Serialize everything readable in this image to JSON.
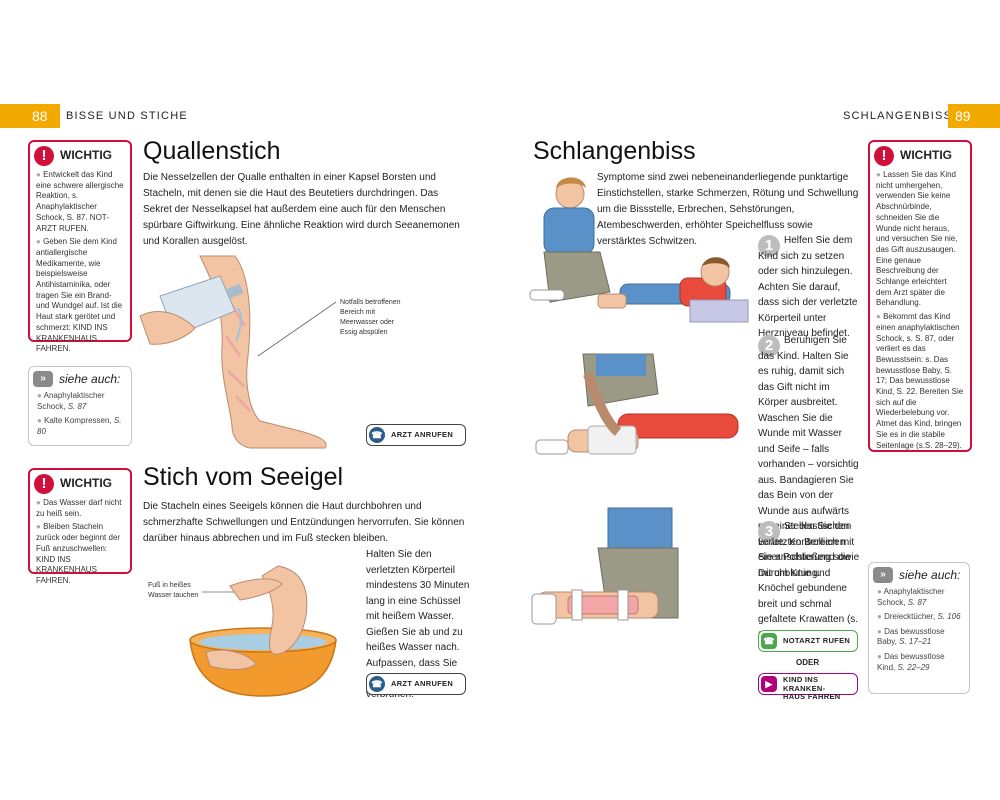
{
  "header": {
    "left_page_number": "88",
    "left_running_head": "BISSE UND STICHE",
    "right_running_head": "SCHLANGENBISS",
    "right_page_number": "89"
  },
  "colors": {
    "tab": "#f2a900",
    "warning_red": "#d0103a",
    "call_blue": "#2b5c8a",
    "ambulance_green": "#4ca64c",
    "hospital_magenta": "#b0007a"
  },
  "warning1": {
    "title": "WICHTIG",
    "items": [
      "Entwickelt das Kind eine schwere allergische Reaktion, s. Anaphylaktischer Schock, S. 87. NOT-ARZT RUFEN.",
      "Geben Sie dem Kind antiallergische Medikamente, wie beispielsweise Antihistaminika, oder tragen Sie ein Brand- und Wundgel auf. Ist die Haut stark gerötet und schmerzt: KIND INS KRANKENHAUS FAHREN."
    ]
  },
  "see_also1": {
    "title": "siehe auch:",
    "items": [
      {
        "text": "Anaphylaktischer Schock,",
        "page": "S. 87"
      },
      {
        "text": "Kalte Kompressen,",
        "page": "S. 80"
      }
    ]
  },
  "warning2": {
    "title": "WICHTIG",
    "items": [
      "Das Wasser darf nicht zu heiß sein.",
      "Bleiben Stacheln zurück oder beginnt der Fuß anzuschwellen: KIND INS KRANKENHAUS FAHREN."
    ]
  },
  "jellyfish": {
    "title": "Quallenstich",
    "lead": "Die Nesselzellen der Qualle enthalten in einer Kapsel Borsten und Stacheln, mit denen sie die Haut des Beutetiers durchdringen. Das Sekret der Nesselkapsel hat außerdem eine auch für den Menschen spürbare Giftwirkung. Eine ähnliche Reaktion wird durch Seeanemonen und Korallen ausgelöst.",
    "callout": "Notfalls betroffenen Bereich mit Meerwasser oder Essig abspülen",
    "action": "ARZT ANRUFEN"
  },
  "urchin": {
    "title": "Stich vom Seeigel",
    "lead": "Die Stacheln eines Seeigels können die Haut durchbohren und schmerzhafte Schwellungen und Entzündungen hervorrufen. Sie können darüber hinaus abbrechen und im Fuß stecken bleiben.",
    "callout": "Fuß in heißes Wasser tauchen",
    "step": "Halten Sie den verletzten Körperteil mindestens 30 Minuten lang in eine Schüssel mit heißem Wasser. Gießen Sie ab und zu heißes Wasser nach. Aufpassen, dass Sie das Kind nicht verbrühen!",
    "action": "ARZT ANRUFEN"
  },
  "snake": {
    "title": "Schlangenbiss",
    "lead": "Symptome sind zwei nebeneinanderliegende punktartige Einstichstellen, starke Schmerzen, Rötung und Schwellung um die Bissstelle, Erbrechen, Sehstörungen, Atembeschwerden, erhöhter Speichelfluss sowie verstärktes Schwitzen.",
    "steps": [
      {
        "num": "1",
        "text": "Helfen Sie dem Kind sich zu setzen oder sich hinzulegen. Achten Sie darauf, dass sich der verletzte Körperteil unter Herzniveau befindet."
      },
      {
        "num": "2",
        "text": "Beruhigen Sie das Kind. Halten Sie es ruhig, damit sich das Gift nicht im Körper ausbreitet. Waschen Sie die Wunde mit Wasser und Seife – falls vorhanden – vorsichtig aus. Bandagieren Sie das Bein von der Wunde aus aufwärts mit einer elastischen Binde. Kontrollieren Sie anschließend die Durchblutung."
      },
      {
        "num": "3",
        "text": "Stellen Sie den verletzten Bereich mit einer Polsterung sowie mit um Knie und Knöchel gebundene breit und schmal gefaltete Krawatten (s. S. 73) ruhig."
      }
    ],
    "action_ambulance": "NOTARZT RUFEN",
    "or_label": "ODER",
    "action_hospital_line1": "KIND INS KRANKEN-",
    "action_hospital_line2": "HAUS FAHREN"
  },
  "warning3": {
    "title": "WICHTIG",
    "items": [
      "Lassen Sie das Kind nicht umhergehen, verwenden Sie keine Abschnürbinde, schneiden Sie die Wunde nicht heraus, und versuchen Sie nie, das Gift auszusaugen. Eine genaue Beschreibung der Schlange erleichtert dem Arzt später die Behandlung.",
      "Bekommt das Kind einen anaphylaktischen Schock, s. S. 87, oder verliert es das Bewusstsein: s. Das bewusstlose Baby, S. 17; Das bewusstlose Kind, S. 22. Bereiten Sie sich auf die Wiederbelebung vor. Atmet das Kind, bringen Sie es in die stabile Seitenlage (s.S. 28–29)."
    ]
  },
  "see_also2": {
    "title": "siehe auch:",
    "items": [
      {
        "text": "Anaphylaktischer Schock,",
        "page": "S. 87"
      },
      {
        "text": "Dreiecktücher,",
        "page": "S. 106"
      },
      {
        "text": "Das bewusstlose Baby,",
        "page": "S. 17–21"
      },
      {
        "text": "Das bewusstlose Kind,",
        "page": "S. 22–29"
      }
    ]
  }
}
